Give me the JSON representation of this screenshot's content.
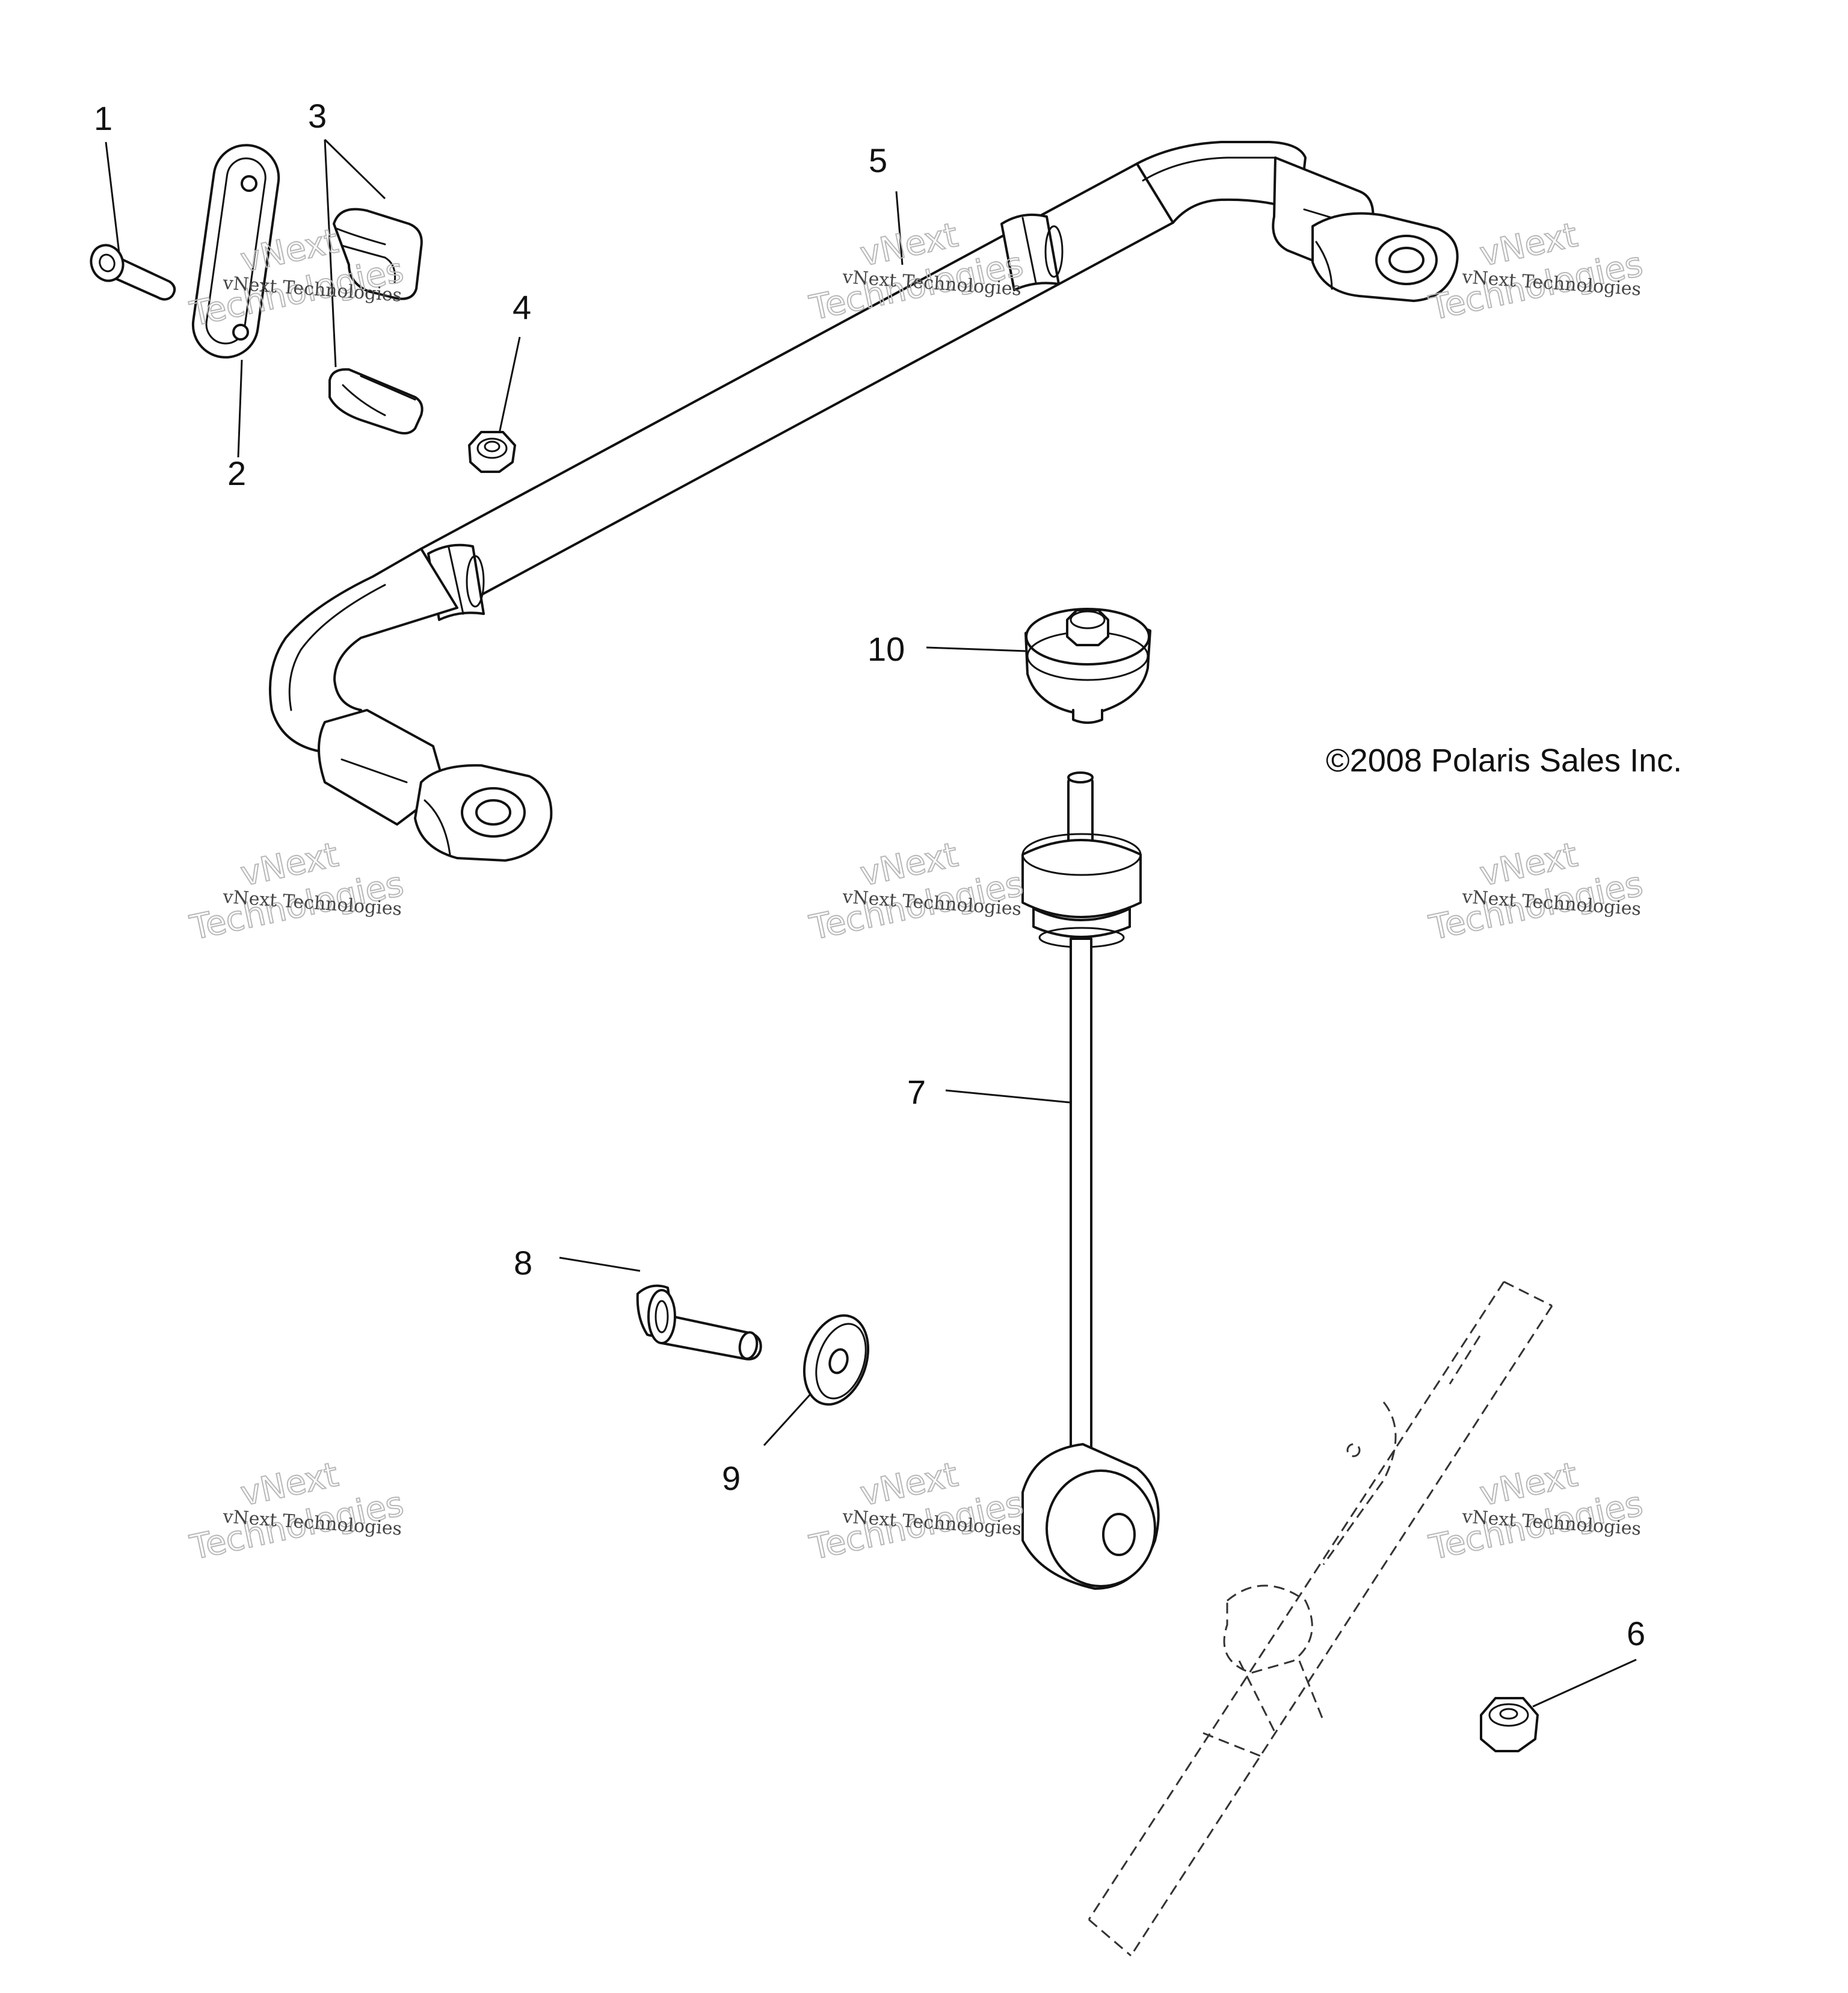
{
  "copyright": "©2008 Polaris Sales Inc.",
  "watermark": {
    "line1": "vNext Technologies",
    "line2": "vNext",
    "line3": "Technologies"
  },
  "callouts": [
    {
      "id": "1",
      "label": "1"
    },
    {
      "id": "2",
      "label": "2"
    },
    {
      "id": "3",
      "label": "3"
    },
    {
      "id": "4",
      "label": "4"
    },
    {
      "id": "5",
      "label": "5"
    },
    {
      "id": "6",
      "label": "6"
    },
    {
      "id": "7",
      "label": "7"
    },
    {
      "id": "8",
      "label": "8"
    },
    {
      "id": "9",
      "label": "9"
    },
    {
      "id": "10",
      "label": "10"
    }
  ]
}
